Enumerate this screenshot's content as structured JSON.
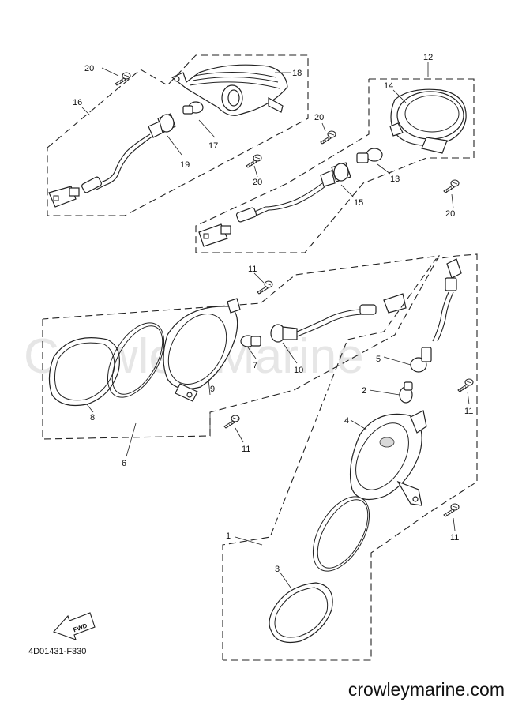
{
  "watermark": "Crowley Marine",
  "diagram_code": "4D01431-F330",
  "footer_site": "crowleymarine.com",
  "fwd_label": "FWD",
  "callouts": {
    "c1": "1",
    "c2": "2",
    "c3": "3",
    "c4": "4",
    "c5": "5",
    "c6": "6",
    "c7": "7",
    "c8": "8",
    "c9": "9",
    "c10": "10",
    "c11a": "11",
    "c11b": "11",
    "c11c": "11",
    "c11d": "11",
    "c12": "12",
    "c13": "13",
    "c14": "14",
    "c15": "15",
    "c16": "16",
    "c17": "17",
    "c18": "18",
    "c19": "19",
    "c20a": "20",
    "c20b": "20",
    "c20c": "20",
    "c20d": "20"
  }
}
